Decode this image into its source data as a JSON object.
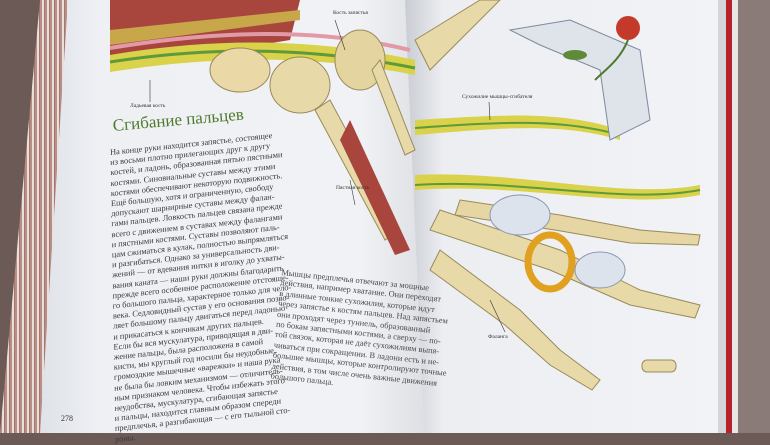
{
  "left_page": {
    "title": "Сгибание пальцев",
    "page_number": "278",
    "paragraph": [
      "На конце руки находится запястье, состоящее",
      "из восьми плотно прилегающих друг к другу",
      "костей, и ладонь, образованная пятью пястными",
      "костями. Синовиальные суставы между этими",
      "костями обеспечивают некоторую подвижность.",
      "Ещё большую, хотя и ограниченную, свободу",
      "допускают шарнирные суставы между фалан-",
      "гами пальцев. Ловкость пальцев связана прежде",
      "всего с движением в суставах между фалангами",
      "и пястными костями. Суставы позволяют паль-",
      "цам сжиматься в кулак, полностью выпрямляться",
      "и разгибаться. Однако за универсальность дви-",
      "жений — от вдевания нитки в иголку до ухваты-",
      "вания каната — наши руки должны благодарить",
      "прежде всего особенное расположение отстоящe-",
      "го большого пальца, характерное только для чело-",
      "века. Седловидный сустав у его основания позво-",
      "ляет большому пальцу двигаться перед ладонью",
      "и прикасаться к кончикам других пальцев.",
      "Если бы вся мускулатура, приводящая в дви-",
      "жение пальцы, была расположена в самой",
      "кисти, мы круглый год носили бы неудобные,",
      "громоздкие мышечные «варежки» и наша рука",
      "не была бы ловким механизмом — отличитель-",
      "ным признаком человека. Чтобы избежать этого",
      "неудобства, мускулатура, сгибающая запястье",
      "и пальцы, находится главным образом спереди",
      "предплечья, а разгибающая — с его тыльной сто-",
      "роны."
    ],
    "labels": {
      "scaphoid": "Ладьевая кость",
      "carpal": "Кость запястья",
      "metacarpal": "Пястная кость"
    }
  },
  "right_page": {
    "paragraph": [
      "Мышцы предплечья отвечают за мощные",
      "действия, например хватание. Они переходят",
      "в длинные тонкие сухожилия, которые идут",
      "через запястье к костям пальцев. Над запястьем",
      "они проходят через туннель, образованный",
      "по бокам запястными костями, а сверху — по-",
      "той связок, которая не даёт сухожилиям выпя-",
      "чиваться при сокращении. В ладони есть и не-",
      "большие мышцы, которые контролируют точные",
      "действия, в том числе очень важные движения",
      "большого пальца."
    ],
    "labels": {
      "tendon": "Сухожилие мышцы-сгибателя",
      "phalanx": "Фаланга"
    }
  },
  "colors": {
    "title_green": "#4e7a2c",
    "tendon_yellow": "#d9d24a",
    "bone": "#e8d9a8",
    "ring_gold": "#e0a020",
    "edge_red": "#b8202a"
  }
}
